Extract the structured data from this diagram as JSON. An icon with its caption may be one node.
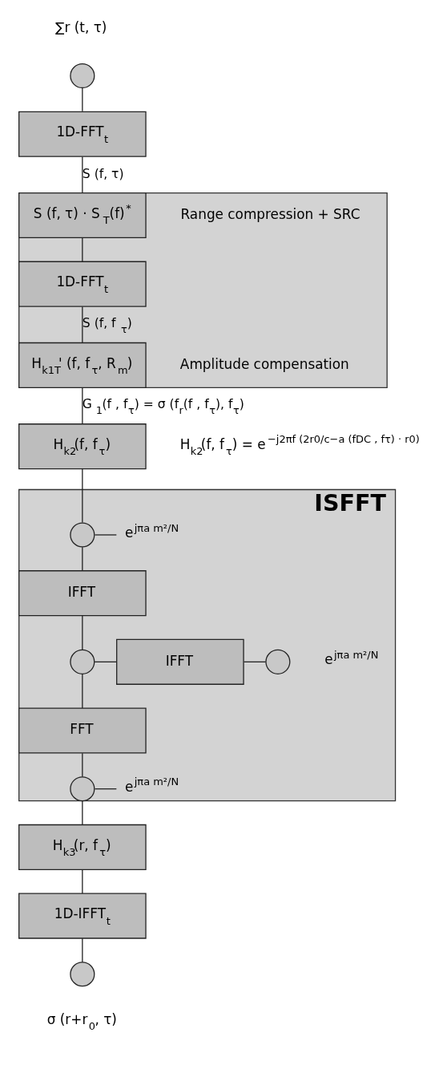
{
  "diagram": {
    "nodes": [
      {
        "text": [],
        "shape": "circle",
        "beside": [
          "∑r (t, τ)"
        ]
      },
      {
        "text": [
          "1D-FFT$_{t}$"
        ]
      },
      {
        "text": [],
        "shape": "box"
      },
      {
        "text": [
          "S (f, τ) · S$_{T}$(f)$^{*}$"
        ],
        "in": 2,
        "beside": [
          "Range compression + SRC"
        ]
      },
      {
        "text": [
          "1D-FFT$_{t}$"
        ],
        "in": 2
      },
      {
        "text": [
          "H$_{k1T}$' (f, f$_{τ}$, R$_{m}$)"
        ],
        "in": 2,
        "beside": [
          "Amplitude compensation"
        ]
      },
      {
        "text": [
          "H$_{k2}$(f, f$_{τ}$)"
        ],
        "beside": [
          "H$_{k2}$(f, f$_{τ}$) = e$^{−j2πf (2r0/c−a (fDC , fτ) · r0)}$"
        ]
      },
      {
        "text": [
          "ISFFT"
        ]
      },
      {
        "text": [],
        "shape": "circle",
        "in": 7
      },
      {
        "text": [
          "e$^{jπa m²/N}$"
        ],
        "in": 7
      },
      {
        "text": [
          "IFFT"
        ],
        "in": 7
      },
      {
        "text": [],
        "shape": "circle",
        "in": 7
      },
      {
        "text": [
          "IFFT"
        ],
        "in": 7
      },
      {
        "text": [],
        "shape": "circle",
        "in": 7,
        "beside": [
          "e$^{jπa m²/N}$"
        ]
      },
      {
        "text": [
          "FFT"
        ],
        "in": 7
      },
      {
        "text": [],
        "shape": "circle",
        "in": 7
      },
      {
        "text": [
          "e$^{jπa m²/N}$"
        ],
        "in": 7
      },
      {
        "text": [
          "H$_{k3}$(r, f$_{τ}$)"
        ]
      },
      {
        "text": [
          "1D-IFFT$_{t}$"
        ]
      },
      {
        "text": [],
        "shape": "circle",
        "beside": [
          "σ (r+r$_{0}$, τ)"
        ]
      }
    ],
    "edges": [
      {
        "from": 0,
        "to": 1,
        "arrow": "none"
      },
      {
        "from": 1,
        "to": 3,
        "arrow": "none",
        "label": "S (f, τ)"
      },
      {
        "from": 3,
        "to": 4,
        "arrow": "none"
      },
      {
        "from": 4,
        "to": 5,
        "arrow": "none",
        "label": "S (f, f$_{τ}$)"
      },
      {
        "from": 5,
        "to": 6,
        "arrow": "none",
        "label": "G$_{1}$(f , f$_{τ}$) = σ (f$_{r}$(f , f$_{τ}$), f$_{τ}$)"
      },
      {
        "from": 6,
        "to": 8,
        "arrow": "none"
      },
      {
        "from": 8,
        "to": 9,
        "arrow": "none"
      },
      {
        "from": 8,
        "to": 10,
        "arrow": "none"
      },
      {
        "from": 10,
        "to": 11,
        "arrow": "none"
      },
      {
        "from": 11,
        "to": 12,
        "arrow": "none"
      },
      {
        "from": 12,
        "to": 13,
        "arrow": "none"
      },
      {
        "from": 11,
        "to": 14,
        "arrow": "none"
      },
      {
        "from": 14,
        "to": 15,
        "arrow": "none"
      },
      {
        "from": 15,
        "to": 16,
        "arrow": "none"
      },
      {
        "from": 15,
        "to": 17,
        "arrow": "none"
      },
      {
        "from": 17,
        "to": 18,
        "arrow": "none"
      },
      {
        "from": 18,
        "to": 19,
        "arrow": "none"
      }
    ]
  }
}
